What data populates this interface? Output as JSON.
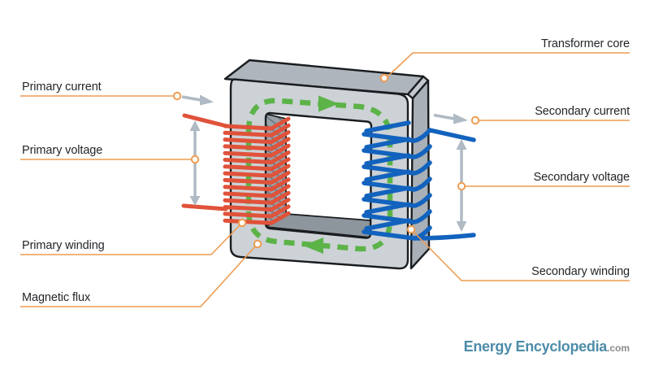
{
  "diagram": {
    "labels": {
      "primary_current": "Primary current",
      "primary_voltage": "Primary voltage",
      "primary_winding": "Primary winding",
      "magnetic_flux": "Magnetic flux",
      "transformer_core": "Transformer core",
      "secondary_current": "Secondary current",
      "secondary_voltage": "Secondary voltage",
      "secondary_winding": "Secondary winding"
    },
    "windings": {
      "primary_turns": 15,
      "secondary_turns": 7
    },
    "flux_direction": {
      "top_limb": "right",
      "bottom_limb": "left"
    },
    "colors": {
      "leader_orange": "#ED9C51",
      "red_wire": "#E0523A",
      "blue_wire": "#1263BE",
      "green_flux": "#5CB348",
      "gray_arrow": "#AFBAC4",
      "core_front": "#CDD2D6",
      "core_top": "#AEB5BC",
      "core_right": "#A9B0B7",
      "core_bevel": "#C2C8CD",
      "core_inner_left": "#99A1A9",
      "core_inner_hatch": "#6F7780",
      "core_inner_bottom": "#8D959D",
      "outline": "#1A1D20",
      "text": "#232629",
      "logo_blue": "#4D8CA9",
      "logo_gray": "#8C8C8C"
    },
    "logo": {
      "brand": "Energy Encyclopedia",
      "suffix": ".com"
    }
  }
}
